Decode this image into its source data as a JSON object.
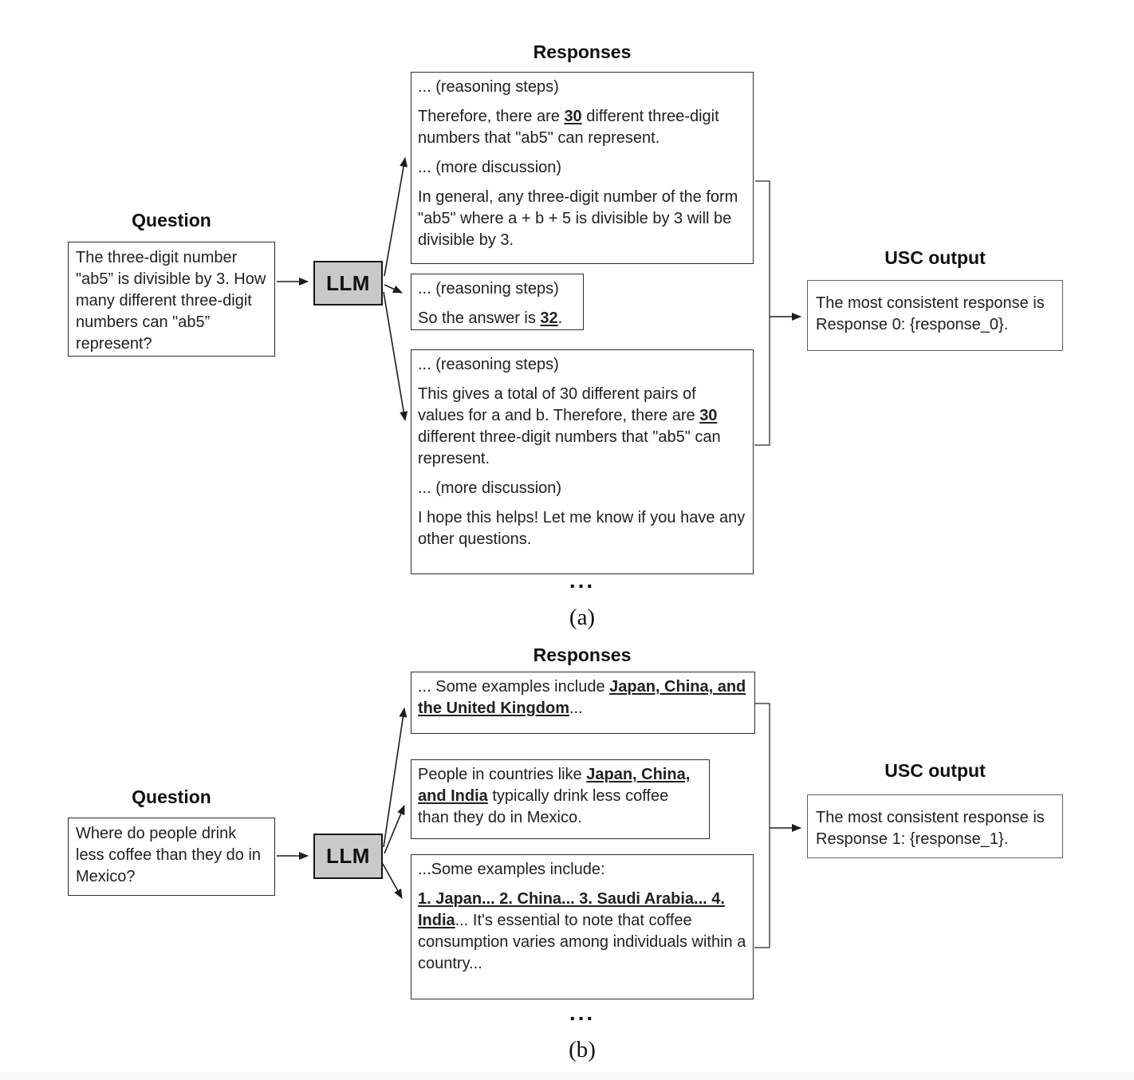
{
  "colors": {
    "llm_box_fill": "#c9c9c9",
    "box_border": "#2b2b2b",
    "usc_box_border": "#5f5f5f",
    "arrow": "#1c1c1c"
  },
  "panels": [
    {
      "caption": "(a)",
      "question_title": "Question",
      "question_text": "The three-digit number \"ab5” is divisible by 3. How many different three-digit numbers can \"ab5” represent?",
      "llm_label": "LLM",
      "responses_title": "Responses",
      "responses": [
        {
          "paragraphs": [
            [
              {
                "t": "... (reasoning steps)"
              }
            ],
            [
              {
                "t": "Therefore, there are "
              },
              {
                "t": "30",
                "hl": true
              },
              {
                "t": " different three-digit numbers that \"ab5\" can represent."
              }
            ],
            [
              {
                "t": "... (more discussion)"
              }
            ],
            [
              {
                "t": "In general, any three-digit number of the form \"ab5\" where a + b + 5 is divisible by 3 will be divisible by 3."
              }
            ]
          ]
        },
        {
          "paragraphs": [
            [
              {
                "t": "... (reasoning steps)"
              }
            ],
            [
              {
                "t": "So the answer is "
              },
              {
                "t": "32",
                "hl": true
              },
              {
                "t": "."
              }
            ]
          ]
        },
        {
          "paragraphs": [
            [
              {
                "t": "... (reasoning steps)"
              }
            ],
            [
              {
                "t": "This gives a total of 30 different pairs of values for a and b. Therefore, there are "
              },
              {
                "t": "30",
                "hl": true
              },
              {
                "t": " different three-digit numbers that \"ab5\" can represent."
              }
            ],
            [
              {
                "t": "... (more discussion)"
              }
            ],
            [
              {
                "t": "I hope this helps! Let me know if you have any other questions."
              }
            ]
          ]
        }
      ],
      "more_responses_ellipsis": "...",
      "usc_title": "USC output",
      "usc_text": "The most consistent response is Response 0: {response_0}."
    },
    {
      "caption": "(b)",
      "question_title": "Question",
      "question_text": "Where do people drink less coffee than they do in Mexico?",
      "llm_label": "LLM",
      "responses_title": "Responses",
      "responses": [
        {
          "paragraphs": [
            [
              {
                "t": "... Some examples include "
              },
              {
                "t": "Japan, China, and the United Kingdom",
                "hl": true
              },
              {
                "t": "..."
              }
            ]
          ]
        },
        {
          "paragraphs": [
            [
              {
                "t": "People in countries like "
              },
              {
                "t": "Japan, China, and India",
                "hl": true
              },
              {
                "t": " typically drink less coffee than they do in Mexico."
              }
            ]
          ]
        },
        {
          "paragraphs": [
            [
              {
                "t": "...Some examples include:"
              }
            ],
            [
              {
                "t": "1. Japan... 2. China... 3. Saudi Arabia... 4. India",
                "hl": true
              },
              {
                "t": "... It's essential to note that coffee consumption varies among individuals within a country..."
              }
            ]
          ]
        }
      ],
      "more_responses_ellipsis": "...",
      "usc_title": "USC output",
      "usc_text": "The most consistent response is Response 1: {response_1}."
    }
  ]
}
